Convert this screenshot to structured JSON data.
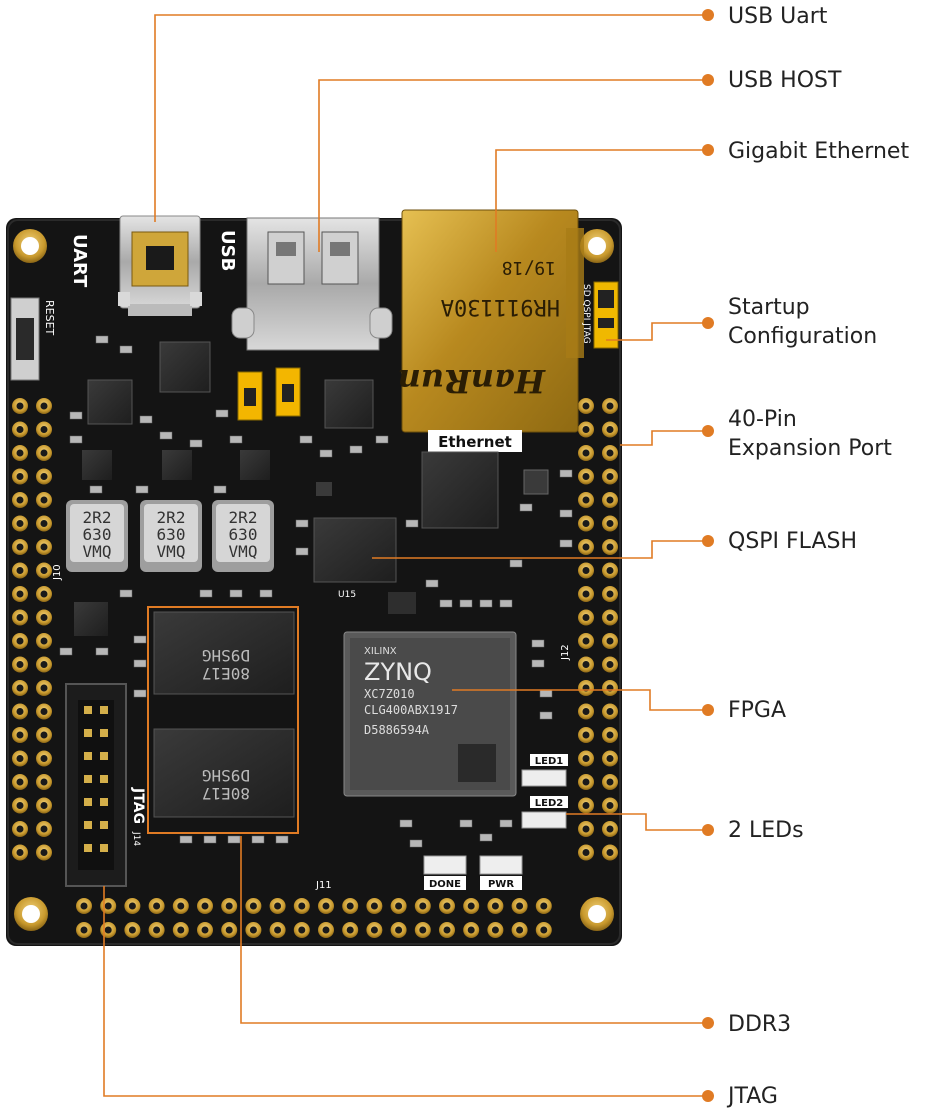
{
  "callouts": [
    {
      "id": "usb-uart",
      "lines": [
        "USB Uart"
      ]
    },
    {
      "id": "usb-host",
      "lines": [
        "USB HOST"
      ]
    },
    {
      "id": "gigabit-ethernet",
      "lines": [
        "Gigabit Ethernet"
      ]
    },
    {
      "id": "startup-configuration",
      "lines": [
        "Startup",
        "Configuration"
      ]
    },
    {
      "id": "expansion-port",
      "lines": [
        "40-Pin",
        "Expansion Port"
      ]
    },
    {
      "id": "qspi-flash",
      "lines": [
        "QSPI FLASH"
      ]
    },
    {
      "id": "fpga",
      "lines": [
        "FPGA"
      ]
    },
    {
      "id": "leds",
      "lines": [
        "2 LEDs"
      ]
    },
    {
      "id": "ddr3",
      "lines": [
        "DDR3"
      ]
    },
    {
      "id": "jtag",
      "lines": [
        "JTAG"
      ]
    }
  ],
  "board_text": {
    "uart": "UART",
    "usb": "USB",
    "reset": "RESET",
    "ethernet": "Ethernet",
    "jtag": "JTAG",
    "done": "DONE",
    "pwr": "PWR",
    "led1": "LED1",
    "led2": "LED2",
    "inductor_line1": "2R2",
    "inductor_line2": "630",
    "inductor_line3": "VMQ",
    "rj45_text1": "HR911130A",
    "rj45_text2": "HanRun",
    "rj45_text3": "19/18",
    "fpga_brand": "XILINX",
    "fpga_logo": "ZYNQ",
    "fpga_part": "XC7Z010",
    "fpga_package": "CLG400ABX1917",
    "fpga_lot": "D5886594A",
    "ddr_text1": "80E17",
    "ddr_text2": "D9SHG",
    "startup_text": "SD QSPI JTAG",
    "j11": "J11",
    "j10": "J10",
    "j12": "J12",
    "j14": "J14",
    "u15": "U15"
  },
  "colors": {
    "accent": "#e07b24",
    "pcb": "#141414",
    "gold": "#c9a23c",
    "text": "#222222"
  }
}
